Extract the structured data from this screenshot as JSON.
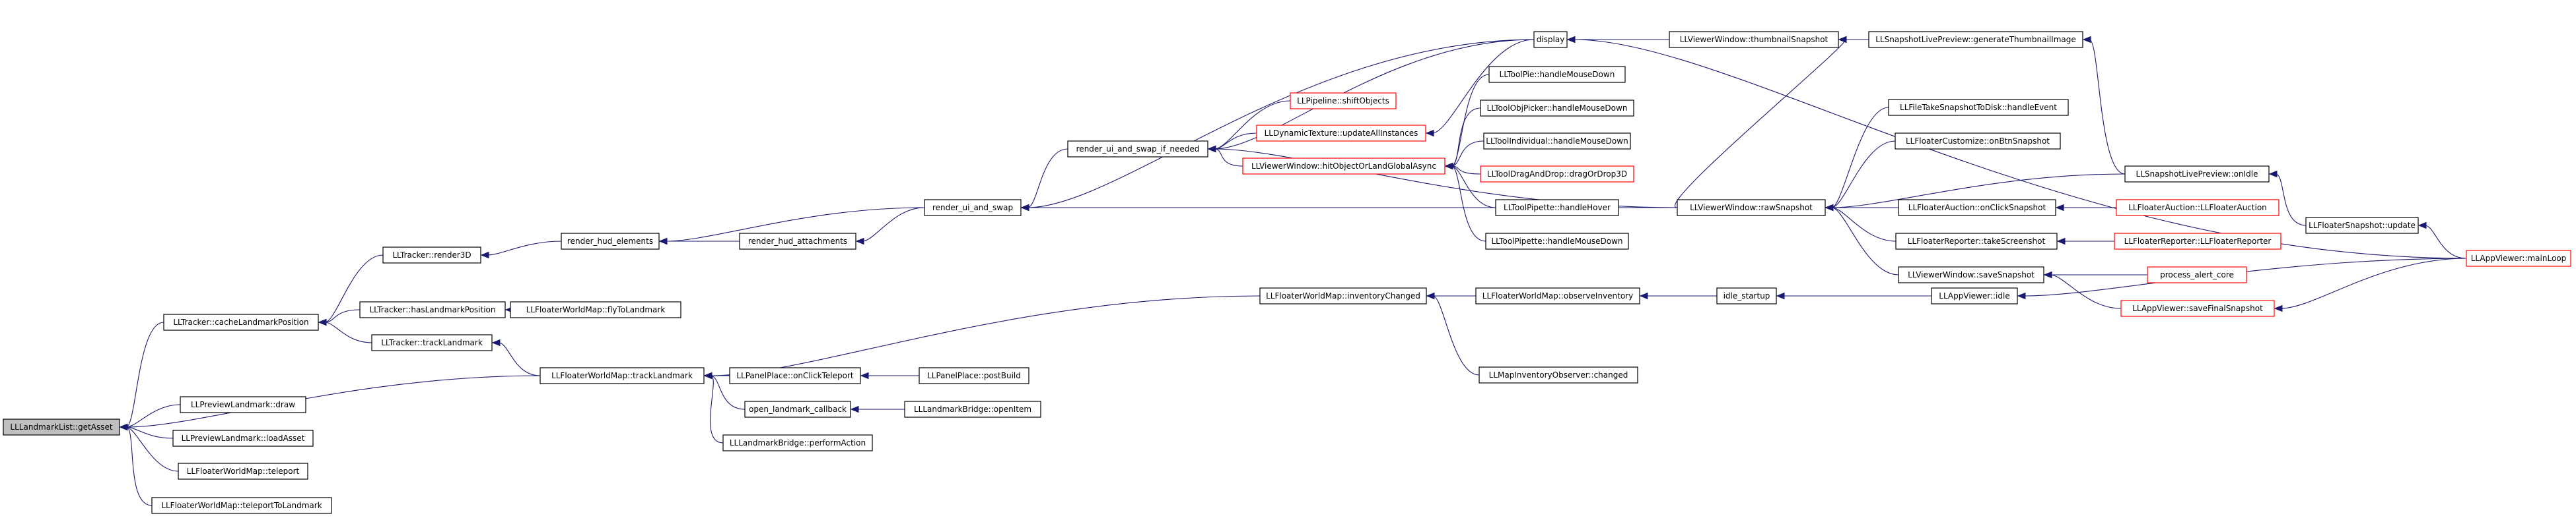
{
  "colors": {
    "edge": "#191970",
    "node_border": "#000000",
    "node_border_truncated": "#ff0000",
    "root_fill": "#bfbfbf",
    "background": "#ffffff"
  },
  "nodes": [
    {
      "id": "getAsset",
      "label": "LLLandmarkList::getAsset",
      "root": true
    },
    {
      "id": "cacheLandmarkPosition",
      "label": "LLTracker::cacheLandmarkPosition"
    },
    {
      "id": "plDraw",
      "label": "LLPreviewLandmark::draw"
    },
    {
      "id": "plLoadAsset",
      "label": "LLPreviewLandmark::loadAsset"
    },
    {
      "id": "fwmTeleport",
      "label": "LLFloaterWorldMap::teleport"
    },
    {
      "id": "fwmTeleportToLandmark",
      "label": "LLFloaterWorldMap::teleportToLandmark"
    },
    {
      "id": "trRender3D",
      "label": "LLTracker::render3D"
    },
    {
      "id": "trHasLandmarkPosition",
      "label": "LLTracker::hasLandmarkPosition"
    },
    {
      "id": "trTrackLandmark",
      "label": "LLTracker::trackLandmark"
    },
    {
      "id": "fwmTrackLandmark",
      "label": "LLFloaterWorldMap::trackLandmark"
    },
    {
      "id": "fwmFlyToLandmark",
      "label": "LLFloaterWorldMap::flyToLandmark"
    },
    {
      "id": "renderHudElements",
      "label": "render_hud_elements"
    },
    {
      "id": "renderHudAttachments",
      "label": "render_hud_attachments"
    },
    {
      "id": "renderUiAndSwap",
      "label": "render_ui_and_swap"
    },
    {
      "id": "renderUiAndSwapIfNeeded",
      "label": "render_ui_and_swap_if_needed"
    },
    {
      "id": "ppOnClickTeleport",
      "label": "LLPanelPlace::onClickTeleport"
    },
    {
      "id": "ppPostBuild",
      "label": "LLPanelPlace::postBuild"
    },
    {
      "id": "openLandmarkCallback",
      "label": "open_landmark_callback"
    },
    {
      "id": "lbOpenItem",
      "label": "LLLandmarkBridge::openItem"
    },
    {
      "id": "lbPerformAction",
      "label": "LLLandmarkBridge::performAction"
    },
    {
      "id": "fwmInventoryChanged",
      "label": "LLFloaterWorldMap::inventoryChanged"
    },
    {
      "id": "fwmObserveInventory",
      "label": "LLFloaterWorldMap::observeInventory"
    },
    {
      "id": "mioChanged",
      "label": "LLMapInventoryObserver::changed"
    },
    {
      "id": "idleStartup",
      "label": "idle_startup"
    },
    {
      "id": "appIdle",
      "label": "LLAppViewer::idle"
    },
    {
      "id": "pipelineShiftObjects",
      "label": "LLPipeline::shiftObjects",
      "red": true
    },
    {
      "id": "dtUpdateAllInstances",
      "label": "LLDynamicTexture::updateAllInstances",
      "red": true
    },
    {
      "id": "vwHitObject",
      "label": "LLViewerWindow::hitObjectOrLandGlobalAsync",
      "red": true
    },
    {
      "id": "display",
      "label": "display"
    },
    {
      "id": "vwThumbnailSnapshot",
      "label": "LLViewerWindow::thumbnailSnapshot"
    },
    {
      "id": "slpGenerateThumbnail",
      "label": "LLSnapshotLivePreview::generateThumbnailImage"
    },
    {
      "id": "tpieHandleMouseDown",
      "label": "LLToolPie::handleMouseDown"
    },
    {
      "id": "topHandleMouseDown",
      "label": "LLToolObjPicker::handleMouseDown"
    },
    {
      "id": "tiHandleMouseDown",
      "label": "LLToolIndividual::handleMouseDown"
    },
    {
      "id": "tddDragOrDrop3D",
      "label": "LLToolDragAndDrop::dragOrDrop3D",
      "red": true
    },
    {
      "id": "tpipHandleHover",
      "label": "LLToolPipette::handleHover"
    },
    {
      "id": "tpipHandleMouseDown",
      "label": "LLToolPipette::handleMouseDown"
    },
    {
      "id": "vwRawSnapshot",
      "label": "LLViewerWindow::rawSnapshot"
    },
    {
      "id": "ftsHandleEvent",
      "label": "LLFileTakeSnapshotToDisk::handleEvent"
    },
    {
      "id": "fcOnBtnSnapshot",
      "label": "LLFloaterCustomize::onBtnSnapshot"
    },
    {
      "id": "slpOnIdle",
      "label": "LLSnapshotLivePreview::onIdle"
    },
    {
      "id": "faOnClickSnapshot",
      "label": "LLFloaterAuction::onClickSnapshot"
    },
    {
      "id": "faCtor",
      "label": "LLFloaterAuction::LLFloaterAuction",
      "red": true
    },
    {
      "id": "frTakeScreenshot",
      "label": "LLFloaterReporter::takeScreenshot"
    },
    {
      "id": "frCtor",
      "label": "LLFloaterReporter::LLFloaterReporter",
      "red": true
    },
    {
      "id": "vwSaveSnapshot",
      "label": "LLViewerWindow::saveSnapshot"
    },
    {
      "id": "processAlertCore",
      "label": "process_alert_core",
      "red": true
    },
    {
      "id": "appSaveFinalSnapshot",
      "label": "LLAppViewer::saveFinalSnapshot",
      "red": true
    },
    {
      "id": "fsUpdate",
      "label": "LLFloaterSnapshot::update"
    },
    {
      "id": "appMainLoop",
      "label": "LLAppViewer::mainLoop",
      "red": true
    }
  ],
  "edges": [
    [
      "cacheLandmarkPosition",
      "getAsset"
    ],
    [
      "plDraw",
      "getAsset"
    ],
    [
      "plLoadAsset",
      "getAsset"
    ],
    [
      "fwmTeleport",
      "getAsset"
    ],
    [
      "fwmTeleportToLandmark",
      "getAsset"
    ],
    [
      "fwmTrackLandmark",
      "getAsset"
    ],
    [
      "trRender3D",
      "cacheLandmarkPosition"
    ],
    [
      "trHasLandmarkPosition",
      "cacheLandmarkPosition"
    ],
    [
      "trTrackLandmark",
      "cacheLandmarkPosition"
    ],
    [
      "renderHudElements",
      "trRender3D"
    ],
    [
      "fwmFlyToLandmark",
      "trHasLandmarkPosition"
    ],
    [
      "fwmTrackLandmark",
      "trTrackLandmark"
    ],
    [
      "renderHudAttachments",
      "renderHudElements"
    ],
    [
      "renderUiAndSwap",
      "renderHudElements"
    ],
    [
      "renderUiAndSwap",
      "renderHudAttachments"
    ],
    [
      "renderUiAndSwapIfNeeded",
      "renderUiAndSwap"
    ],
    [
      "display",
      "renderUiAndSwap"
    ],
    [
      "vwRawSnapshot",
      "renderUiAndSwap"
    ],
    [
      "pipelineShiftObjects",
      "renderUiAndSwapIfNeeded"
    ],
    [
      "dtUpdateAllInstances",
      "renderUiAndSwapIfNeeded"
    ],
    [
      "vwHitObject",
      "renderUiAndSwapIfNeeded"
    ],
    [
      "display",
      "renderUiAndSwapIfNeeded"
    ],
    [
      "vwRawSnapshot",
      "renderUiAndSwapIfNeeded"
    ],
    [
      "display",
      "dtUpdateAllInstances"
    ],
    [
      "tpieHandleMouseDown",
      "vwHitObject"
    ],
    [
      "topHandleMouseDown",
      "vwHitObject"
    ],
    [
      "tiHandleMouseDown",
      "vwHitObject"
    ],
    [
      "tddDragOrDrop3D",
      "vwHitObject"
    ],
    [
      "tpipHandleHover",
      "vwHitObject"
    ],
    [
      "tpipHandleMouseDown",
      "vwHitObject"
    ],
    [
      "vwThumbnailSnapshot",
      "display"
    ],
    [
      "appMainLoop",
      "display"
    ],
    [
      "slpGenerateThumbnail",
      "vwThumbnailSnapshot"
    ],
    [
      "vwRawSnapshot",
      "vwThumbnailSnapshot"
    ],
    [
      "slpOnIdle",
      "slpGenerateThumbnail"
    ],
    [
      "ftsHandleEvent",
      "vwRawSnapshot"
    ],
    [
      "fcOnBtnSnapshot",
      "vwRawSnapshot"
    ],
    [
      "slpOnIdle",
      "vwRawSnapshot"
    ],
    [
      "faOnClickSnapshot",
      "vwRawSnapshot"
    ],
    [
      "frTakeScreenshot",
      "vwRawSnapshot"
    ],
    [
      "vwSaveSnapshot",
      "vwRawSnapshot"
    ],
    [
      "faCtor",
      "faOnClickSnapshot"
    ],
    [
      "frCtor",
      "frTakeScreenshot"
    ],
    [
      "processAlertCore",
      "vwSaveSnapshot"
    ],
    [
      "appSaveFinalSnapshot",
      "vwSaveSnapshot"
    ],
    [
      "fsUpdate",
      "slpOnIdle"
    ],
    [
      "appMainLoop",
      "fsUpdate"
    ],
    [
      "appMainLoop",
      "appSaveFinalSnapshot"
    ],
    [
      "appMainLoop",
      "appIdle"
    ],
    [
      "ppOnClickTeleport",
      "fwmTrackLandmark"
    ],
    [
      "openLandmarkCallback",
      "fwmTrackLandmark"
    ],
    [
      "lbPerformAction",
      "fwmTrackLandmark"
    ],
    [
      "fwmInventoryChanged",
      "fwmTrackLandmark"
    ],
    [
      "ppPostBuild",
      "ppOnClickTeleport"
    ],
    [
      "lbOpenItem",
      "openLandmarkCallback"
    ],
    [
      "fwmObserveInventory",
      "fwmInventoryChanged"
    ],
    [
      "mioChanged",
      "fwmInventoryChanged"
    ],
    [
      "idleStartup",
      "fwmObserveInventory"
    ],
    [
      "appIdle",
      "idleStartup"
    ]
  ]
}
